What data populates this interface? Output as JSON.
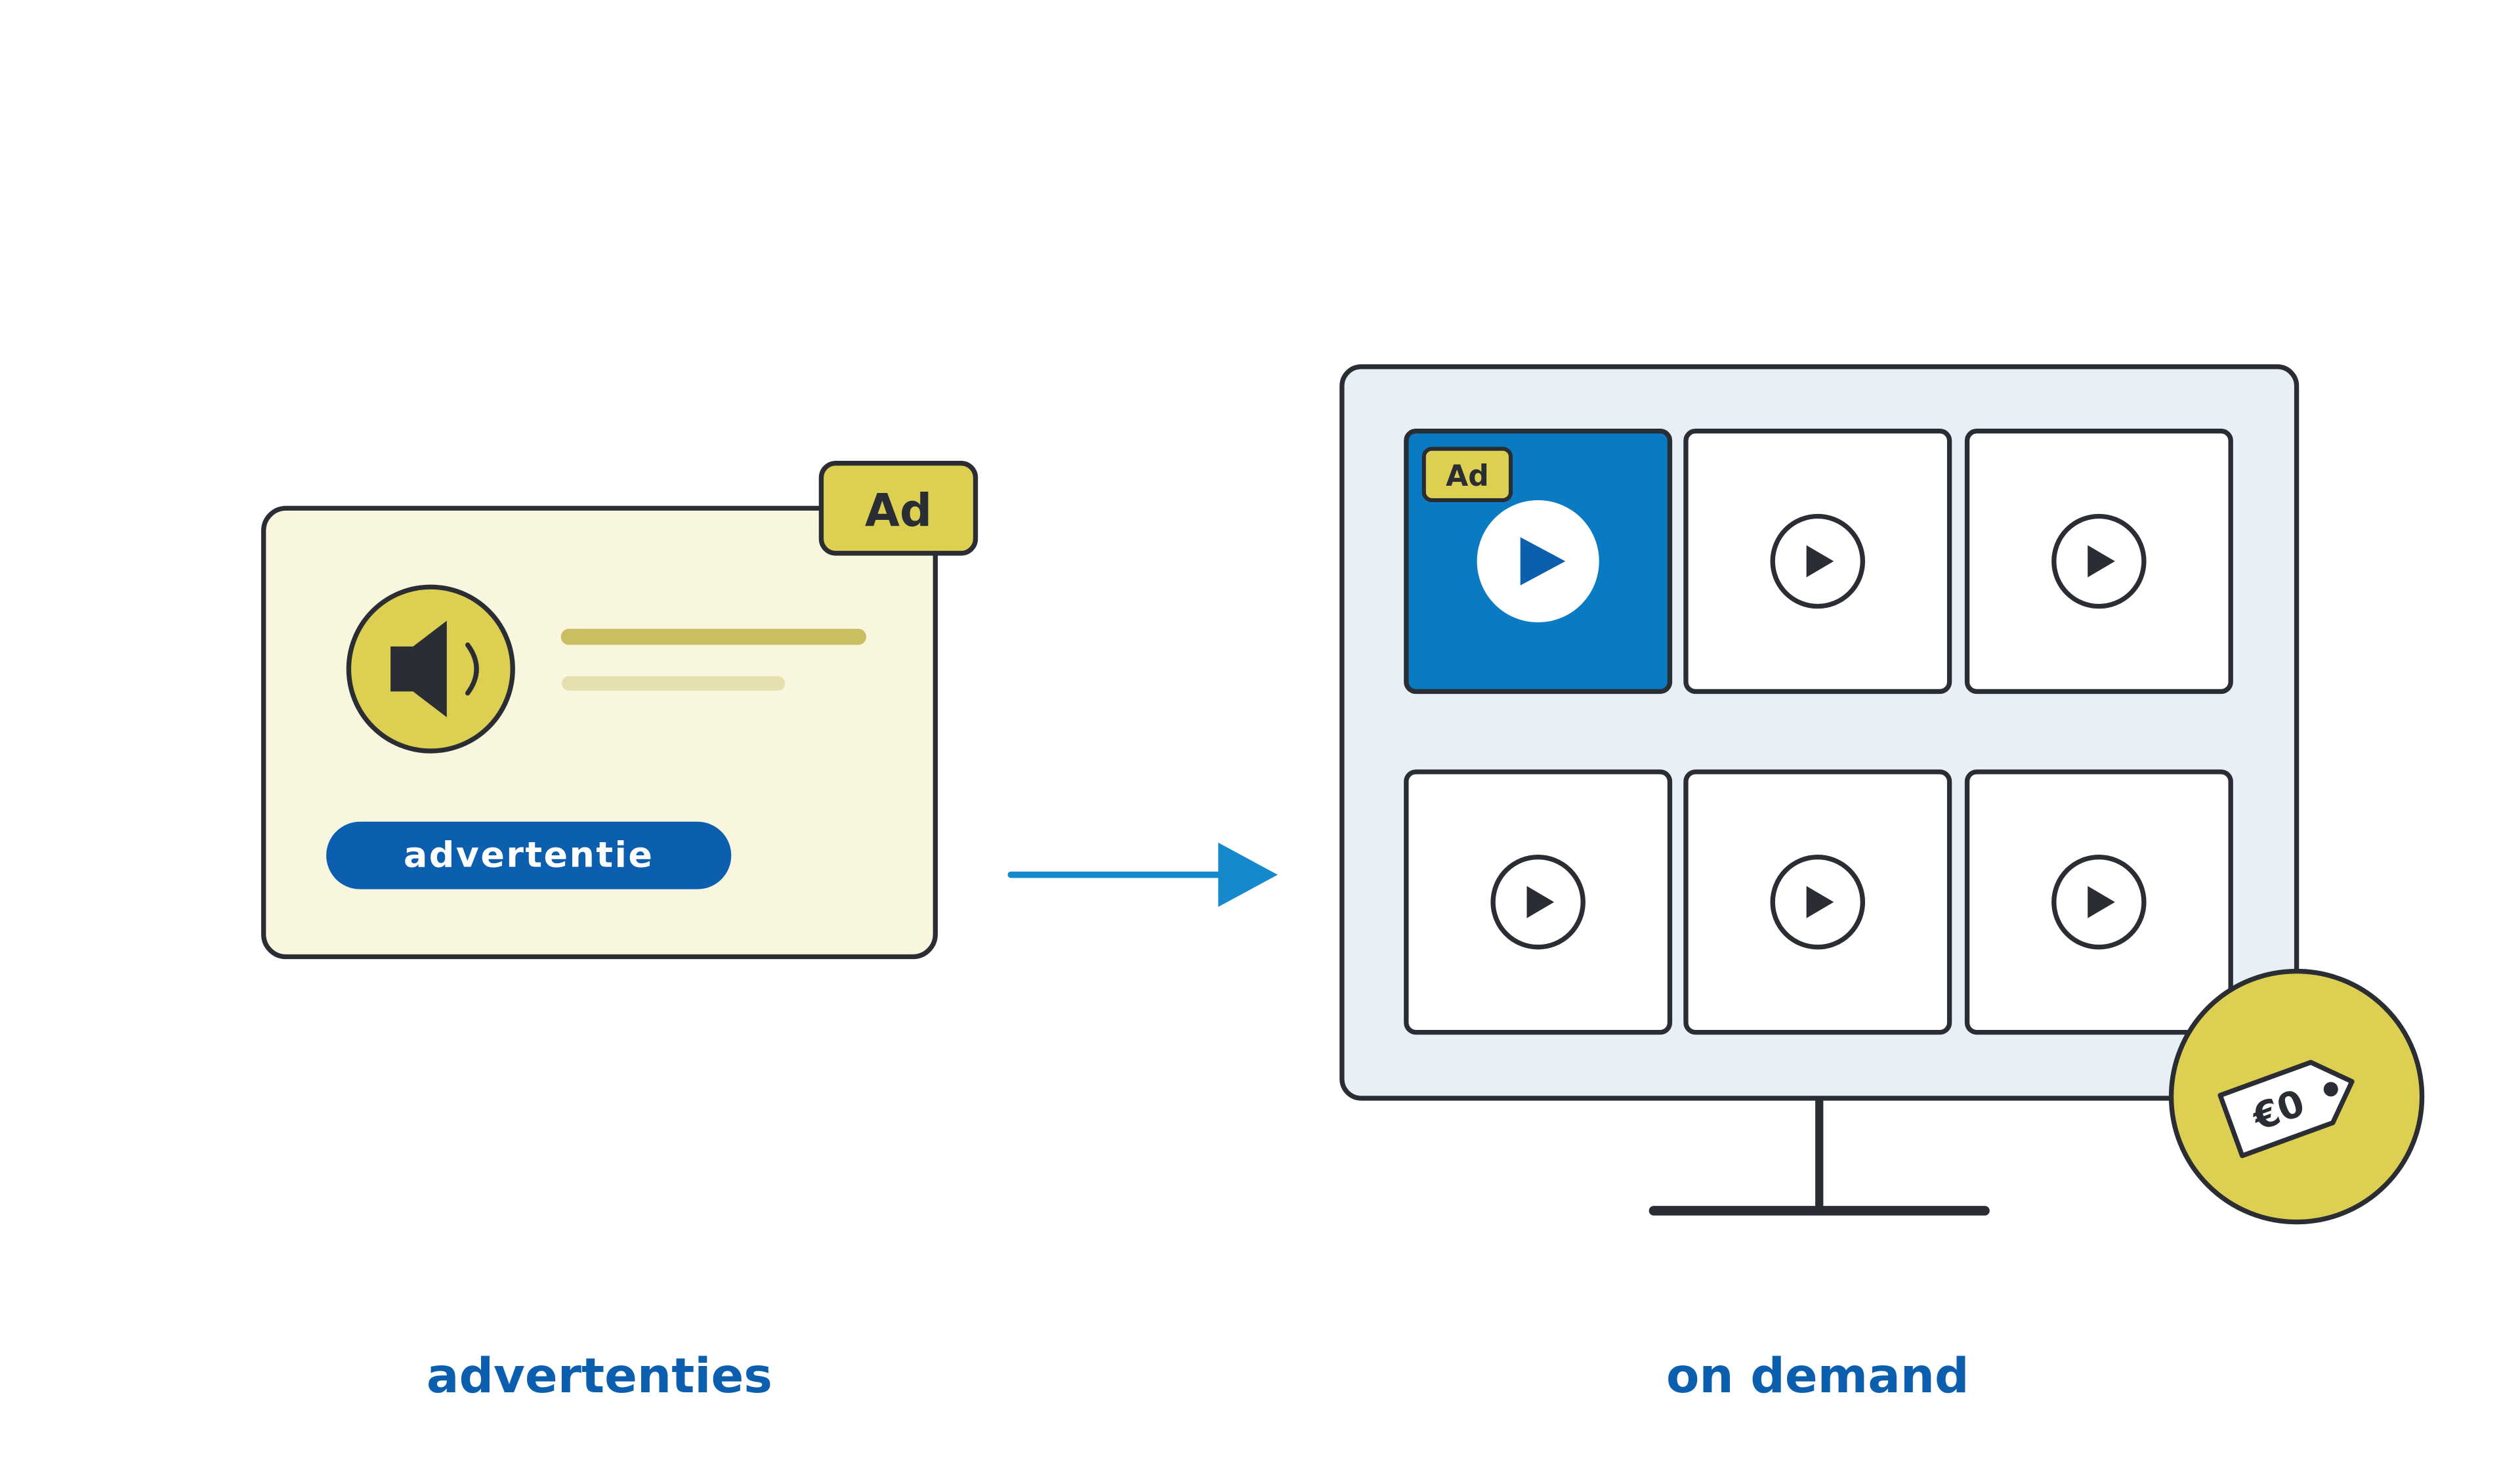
{
  "ad_card": {
    "badge_text": "Ad",
    "button_label": "advertentie",
    "icon": "speaker-icon"
  },
  "on_demand_screen": {
    "featured_badge_text": "Ad",
    "tile_icon": "play-icon",
    "price_tag_text": "€0",
    "price_icon": "price-tag-icon"
  },
  "captions": {
    "left": "advertenties",
    "right": "on demand"
  },
  "colors": {
    "primary_blue": "#0C5EAF",
    "highlight_blue": "#0A7BC2",
    "arrow_blue": "#1589CC",
    "yellow": "#DDCF52",
    "card_cream": "#F9F6DF",
    "screen_bg": "#E9EFF7",
    "outline": "#2A2D33"
  }
}
